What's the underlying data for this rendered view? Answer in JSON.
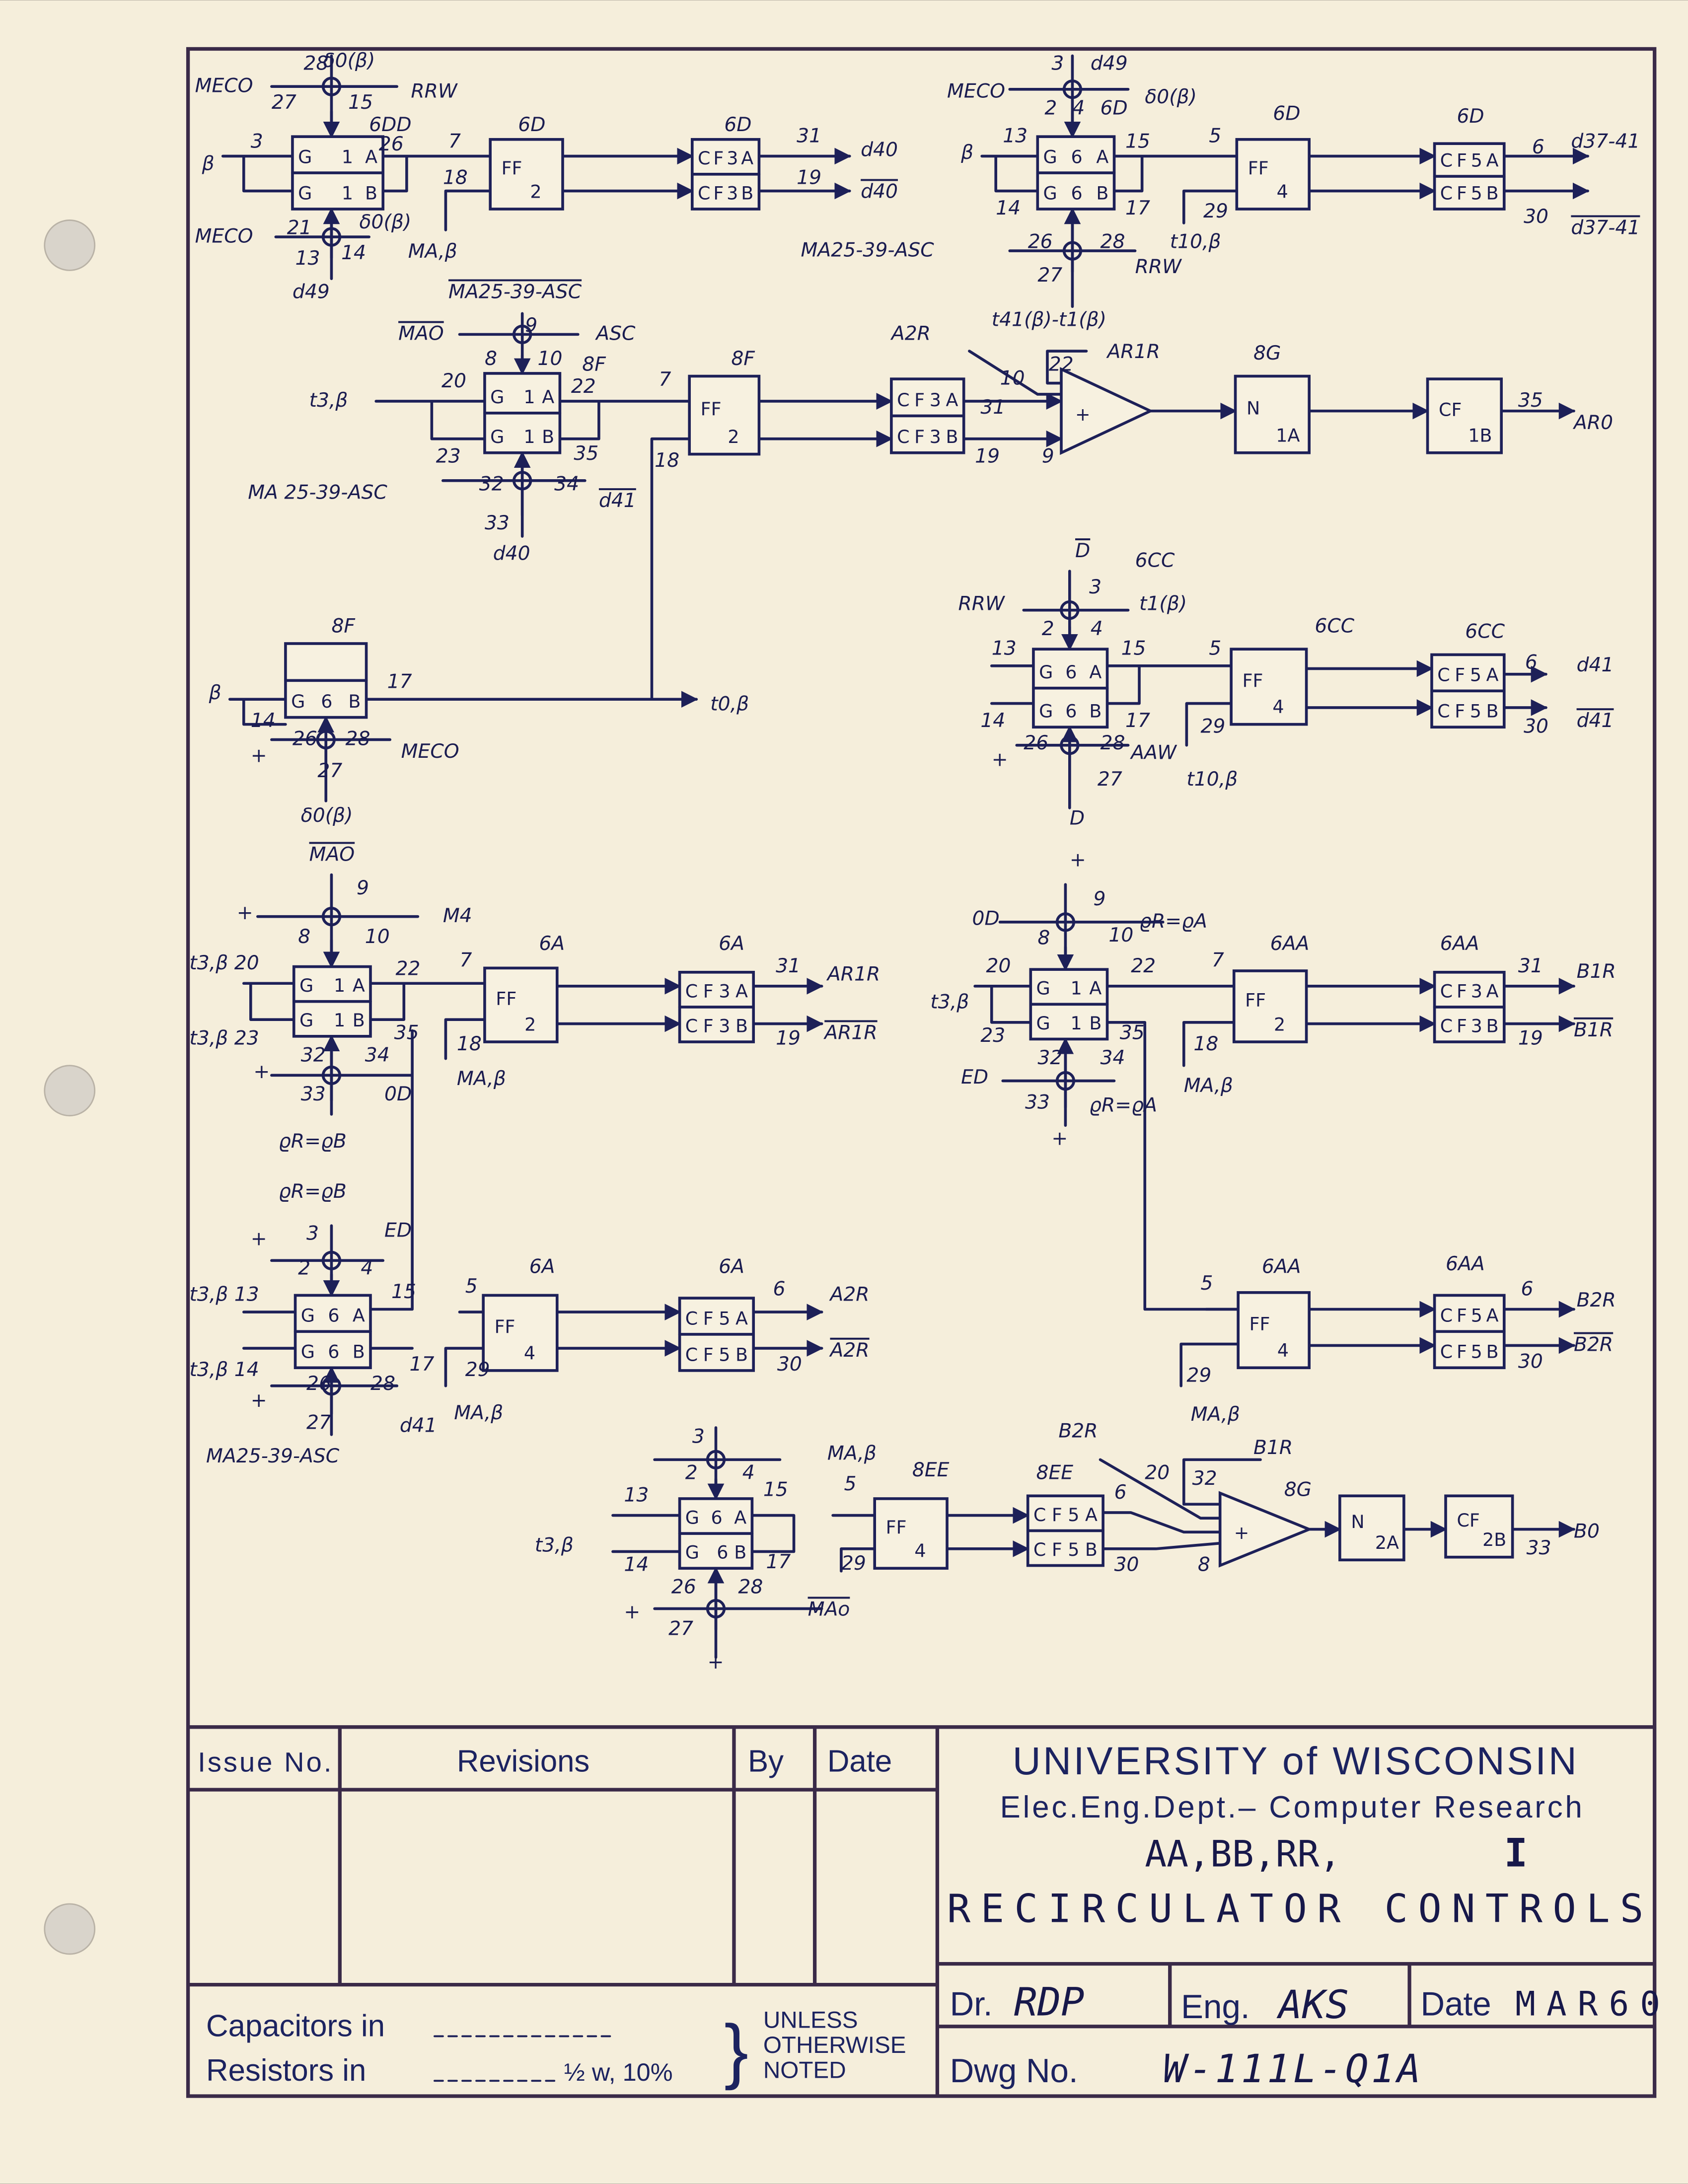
{
  "diagram": {
    "s1": {
      "labels": [
        "28",
        "δ0(β)",
        "MECO",
        "27",
        "15",
        "RRW",
        "6DD",
        "3",
        "β",
        "26",
        "7",
        "6D",
        "6D",
        "31",
        "19",
        "d40",
        "d40",
        "18",
        "MECO",
        "21",
        "δ0(β)",
        "13",
        "14",
        "d49",
        "MA,β",
        "MA25-39-ASC"
      ]
    },
    "s2": {
      "labels": [
        "3",
        "d49",
        "MECO",
        "δ0(β)",
        "6D",
        "6D",
        "2",
        "4",
        "6D",
        "13",
        "β",
        "15",
        "5",
        "6",
        "d37-41",
        "14",
        "17",
        "29",
        "30",
        "d37-41",
        "MA25-39-ASC",
        "26",
        "28",
        "27",
        "RRW",
        "t10,β",
        "t41(β)-t1(β)"
      ]
    },
    "s3": {
      "labels": [
        "MAO",
        "9",
        "ASC",
        "8",
        "10",
        "8F",
        "t3,β",
        "20",
        "22",
        "7",
        "8F",
        "23",
        "35",
        "18",
        "MA 25-39-ASC",
        "32",
        "34",
        "d41",
        "33",
        "d40",
        "A2R",
        "AR1R",
        "8G",
        "10",
        "22",
        "31",
        "19",
        "9",
        "35",
        "AR0"
      ]
    },
    "s4": {
      "labels": [
        "8F",
        "β",
        "17",
        "14",
        "26",
        "28",
        "+",
        "27",
        "MECO",
        "δ0(β)",
        "MAO",
        "t0,β"
      ]
    },
    "s5": {
      "labels": [
        "D",
        "6CC",
        "RRW",
        "3",
        "t1(β)",
        "2",
        "4",
        "13",
        "15",
        "5",
        "6CC",
        "6CC",
        "6",
        "d41",
        "14",
        "17",
        "29",
        "30",
        "d41",
        "+",
        "26",
        "28",
        "27",
        "AAW",
        "t10,β",
        "D"
      ]
    },
    "s6": {
      "labels": [
        "9",
        "+",
        "M4",
        "8",
        "10",
        "t3,β 20",
        "22",
        "7",
        "6A",
        "6A",
        "31",
        "AR1R",
        "t3,β 23",
        "35",
        "18",
        "19",
        "AR1R",
        "+",
        "32",
        "34",
        "33",
        "0D",
        "MA,β",
        "ϱR=ϱB",
        "ϱR=ϱB"
      ]
    },
    "s7": {
      "labels": [
        "+",
        "3",
        "ED",
        "2",
        "4",
        "t3,β 13",
        "15",
        "5",
        "6A",
        "6A",
        "6",
        "A2R",
        "t3,β 14",
        "17",
        "29",
        "30",
        "A2R",
        "+",
        "26",
        "28",
        "27",
        "d41",
        "MA,β",
        "MA25-39-ASC"
      ]
    },
    "s8": {
      "labels": [
        "+",
        "9",
        "0D",
        "8",
        "10",
        "ϱR=ϱA",
        "20",
        "22",
        "7",
        "6AA",
        "6AA",
        "31",
        "B1R",
        "t3,β",
        "23",
        "35",
        "18",
        "19",
        "B1R",
        "ED",
        "32",
        "34",
        "33",
        "ϱR=ϱA",
        "+",
        "MA,β",
        "5",
        "6AA",
        "6AA",
        "6",
        "B2R",
        "29",
        "30",
        "B2R",
        "MA,β"
      ]
    },
    "s9": {
      "labels": [
        "3",
        "MA,β",
        "8EE",
        "B2R",
        "B1R",
        "2",
        "4",
        "13",
        "15",
        "5",
        "8EE",
        "20",
        "32",
        "8G",
        "6",
        "t3,β",
        "14",
        "17",
        "29",
        "30",
        "8",
        "26",
        "28",
        "+",
        "27",
        "MAo",
        "+",
        "33",
        "B0"
      ]
    },
    "blocks": [
      {
        "a": "G 1A",
        "b": "G 1B"
      },
      {
        "a": "FF",
        "b": "2"
      },
      {
        "a": "CF3A",
        "b": "CF3B"
      },
      {
        "a": "G6A",
        "b": "G6B"
      },
      {
        "a": "FF",
        "b": "4"
      },
      {
        "a": "CF5A",
        "b": "CF5B"
      },
      {
        "a": "G 1A",
        "b": "G 1B"
      },
      {
        "a": "FF",
        "b": "2"
      },
      {
        "a": "CF3A",
        "b": "CF3B"
      },
      {
        "a": "N",
        "b": "1A"
      },
      {
        "a": "CF",
        "b": "1B"
      },
      {
        "a": "",
        "b": "G6B"
      },
      {
        "a": "G6A",
        "b": "G6B"
      },
      {
        "a": "FF",
        "b": "4"
      },
      {
        "a": "CF5A",
        "b": "CF5B"
      },
      {
        "a": "G 1A",
        "b": "G 1B"
      },
      {
        "a": "FF",
        "b": "2"
      },
      {
        "a": "CF3A",
        "b": "CF3B"
      },
      {
        "a": "G6A",
        "b": "G6B"
      },
      {
        "a": "FF",
        "b": "4"
      },
      {
        "a": "CF5A",
        "b": "CF5B"
      },
      {
        "a": "G 1A",
        "b": "G 1B"
      },
      {
        "a": "FF",
        "b": "2"
      },
      {
        "a": "CF3A",
        "b": "CF3B"
      },
      {
        "a": "FF",
        "b": "4"
      },
      {
        "a": "CF5A",
        "b": "CF5B"
      },
      {
        "a": "G6A",
        "b": "G 6B"
      },
      {
        "a": "FF",
        "b": "4"
      },
      {
        "a": "CF5A",
        "b": "CF5B"
      },
      {
        "a": "N",
        "b": "2A"
      },
      {
        "a": "CF",
        "b": "2B"
      }
    ],
    "summers": [
      "+",
      "+"
    ]
  },
  "title_block": {
    "issue_no": "Issue No.",
    "revisions": "Revisions",
    "by": "By",
    "date": "Date",
    "university": "UNIVERSITY of WISCONSIN",
    "department": "Elec.Eng.Dept.– Computer Research",
    "subtitle": "AA,BB,RR,",
    "subtitle_numeral": "I",
    "title": "RECIRCULATOR CONTROLS",
    "drawn_label": "Dr.",
    "drawn_value": "RDP",
    "eng_label": "Eng.",
    "eng_value": "AKS",
    "date_label": "Date",
    "date_value": "MAR60",
    "dwg_label": "Dwg No.",
    "dwg_value": "W-111L-Q1A",
    "capacitors": "Capacitors in",
    "resistors": "Resistors in",
    "resistor_spec": "½ w, 10%",
    "unless": "UNLESS",
    "otherwise": "OTHERWISE",
    "noted": "NOTED"
  }
}
